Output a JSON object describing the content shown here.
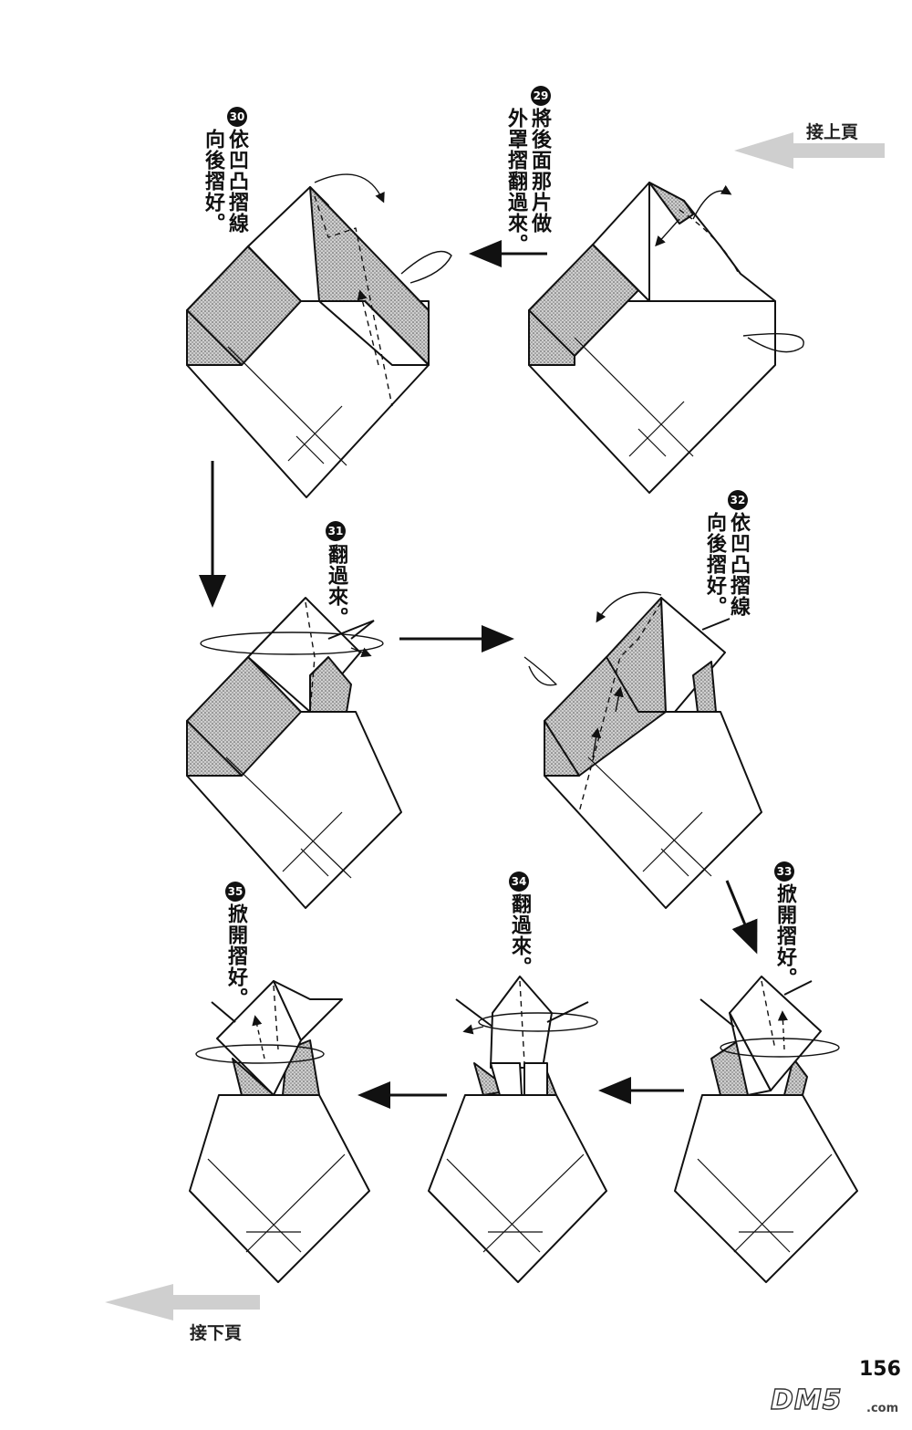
{
  "nav": {
    "prev_page": "接上頁",
    "next_page": "接下頁"
  },
  "page_number": "156",
  "watermark": {
    "brand": "DM5",
    "suffix": ".com"
  },
  "steps": [
    {
      "number": "29",
      "lines": [
        "將後面那片做",
        "外罩摺翻過來。"
      ]
    },
    {
      "number": "30",
      "lines": [
        "依凹凸摺線",
        "向後摺好。"
      ]
    },
    {
      "number": "31",
      "lines": [
        "翻過來。"
      ]
    },
    {
      "number": "32",
      "lines": [
        "依凹凸摺線",
        "向後摺好。"
      ]
    },
    {
      "number": "33",
      "lines": [
        "掀開摺好。"
      ]
    },
    {
      "number": "34",
      "lines": [
        "翻過來。"
      ]
    },
    {
      "number": "35",
      "lines": [
        "掀開摺好。"
      ]
    }
  ]
}
